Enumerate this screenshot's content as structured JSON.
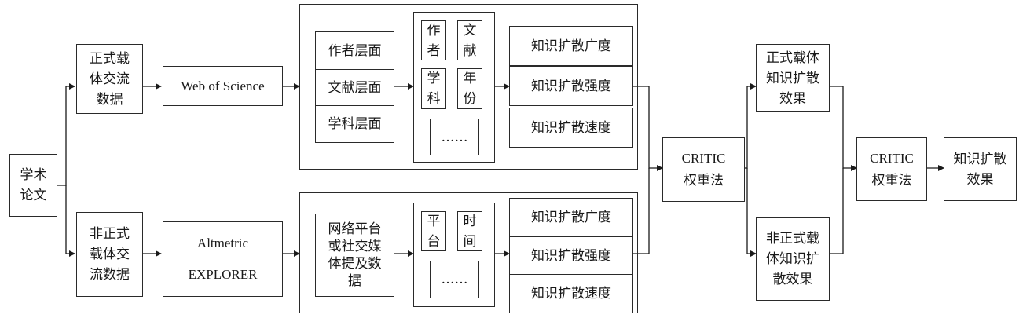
{
  "diagram": {
    "source": "学术论文",
    "formal": {
      "data": "正式载体交流数据",
      "tool": "Web of Science",
      "levels": [
        "作者层面",
        "文献层面",
        "学科层面"
      ],
      "cells": [
        "作者",
        "文献",
        "学科",
        "年份"
      ],
      "ellipsis": "……",
      "metrics": [
        "知识扩散广度",
        "知识扩散强度",
        "知识扩散速度"
      ],
      "effect": "正式载体知识扩散效果"
    },
    "informal": {
      "data": "非正式载体交流数据",
      "tool_line1": "Altmetric",
      "tool_line2": "EXPLORER",
      "mention": "网络平台或社交媒体提及数据",
      "cells": [
        "平台",
        "时间"
      ],
      "ellipsis": "……",
      "metrics": [
        "知识扩散广度",
        "知识扩散强度",
        "知识扩散速度"
      ],
      "effect": "非正式载体知识扩散效果"
    },
    "critic1_line1": "CRITIC",
    "critic1_line2": "权重法",
    "critic2_line1": "CRITIC",
    "critic2_line2": "权重法",
    "final": "知识扩散效果"
  }
}
